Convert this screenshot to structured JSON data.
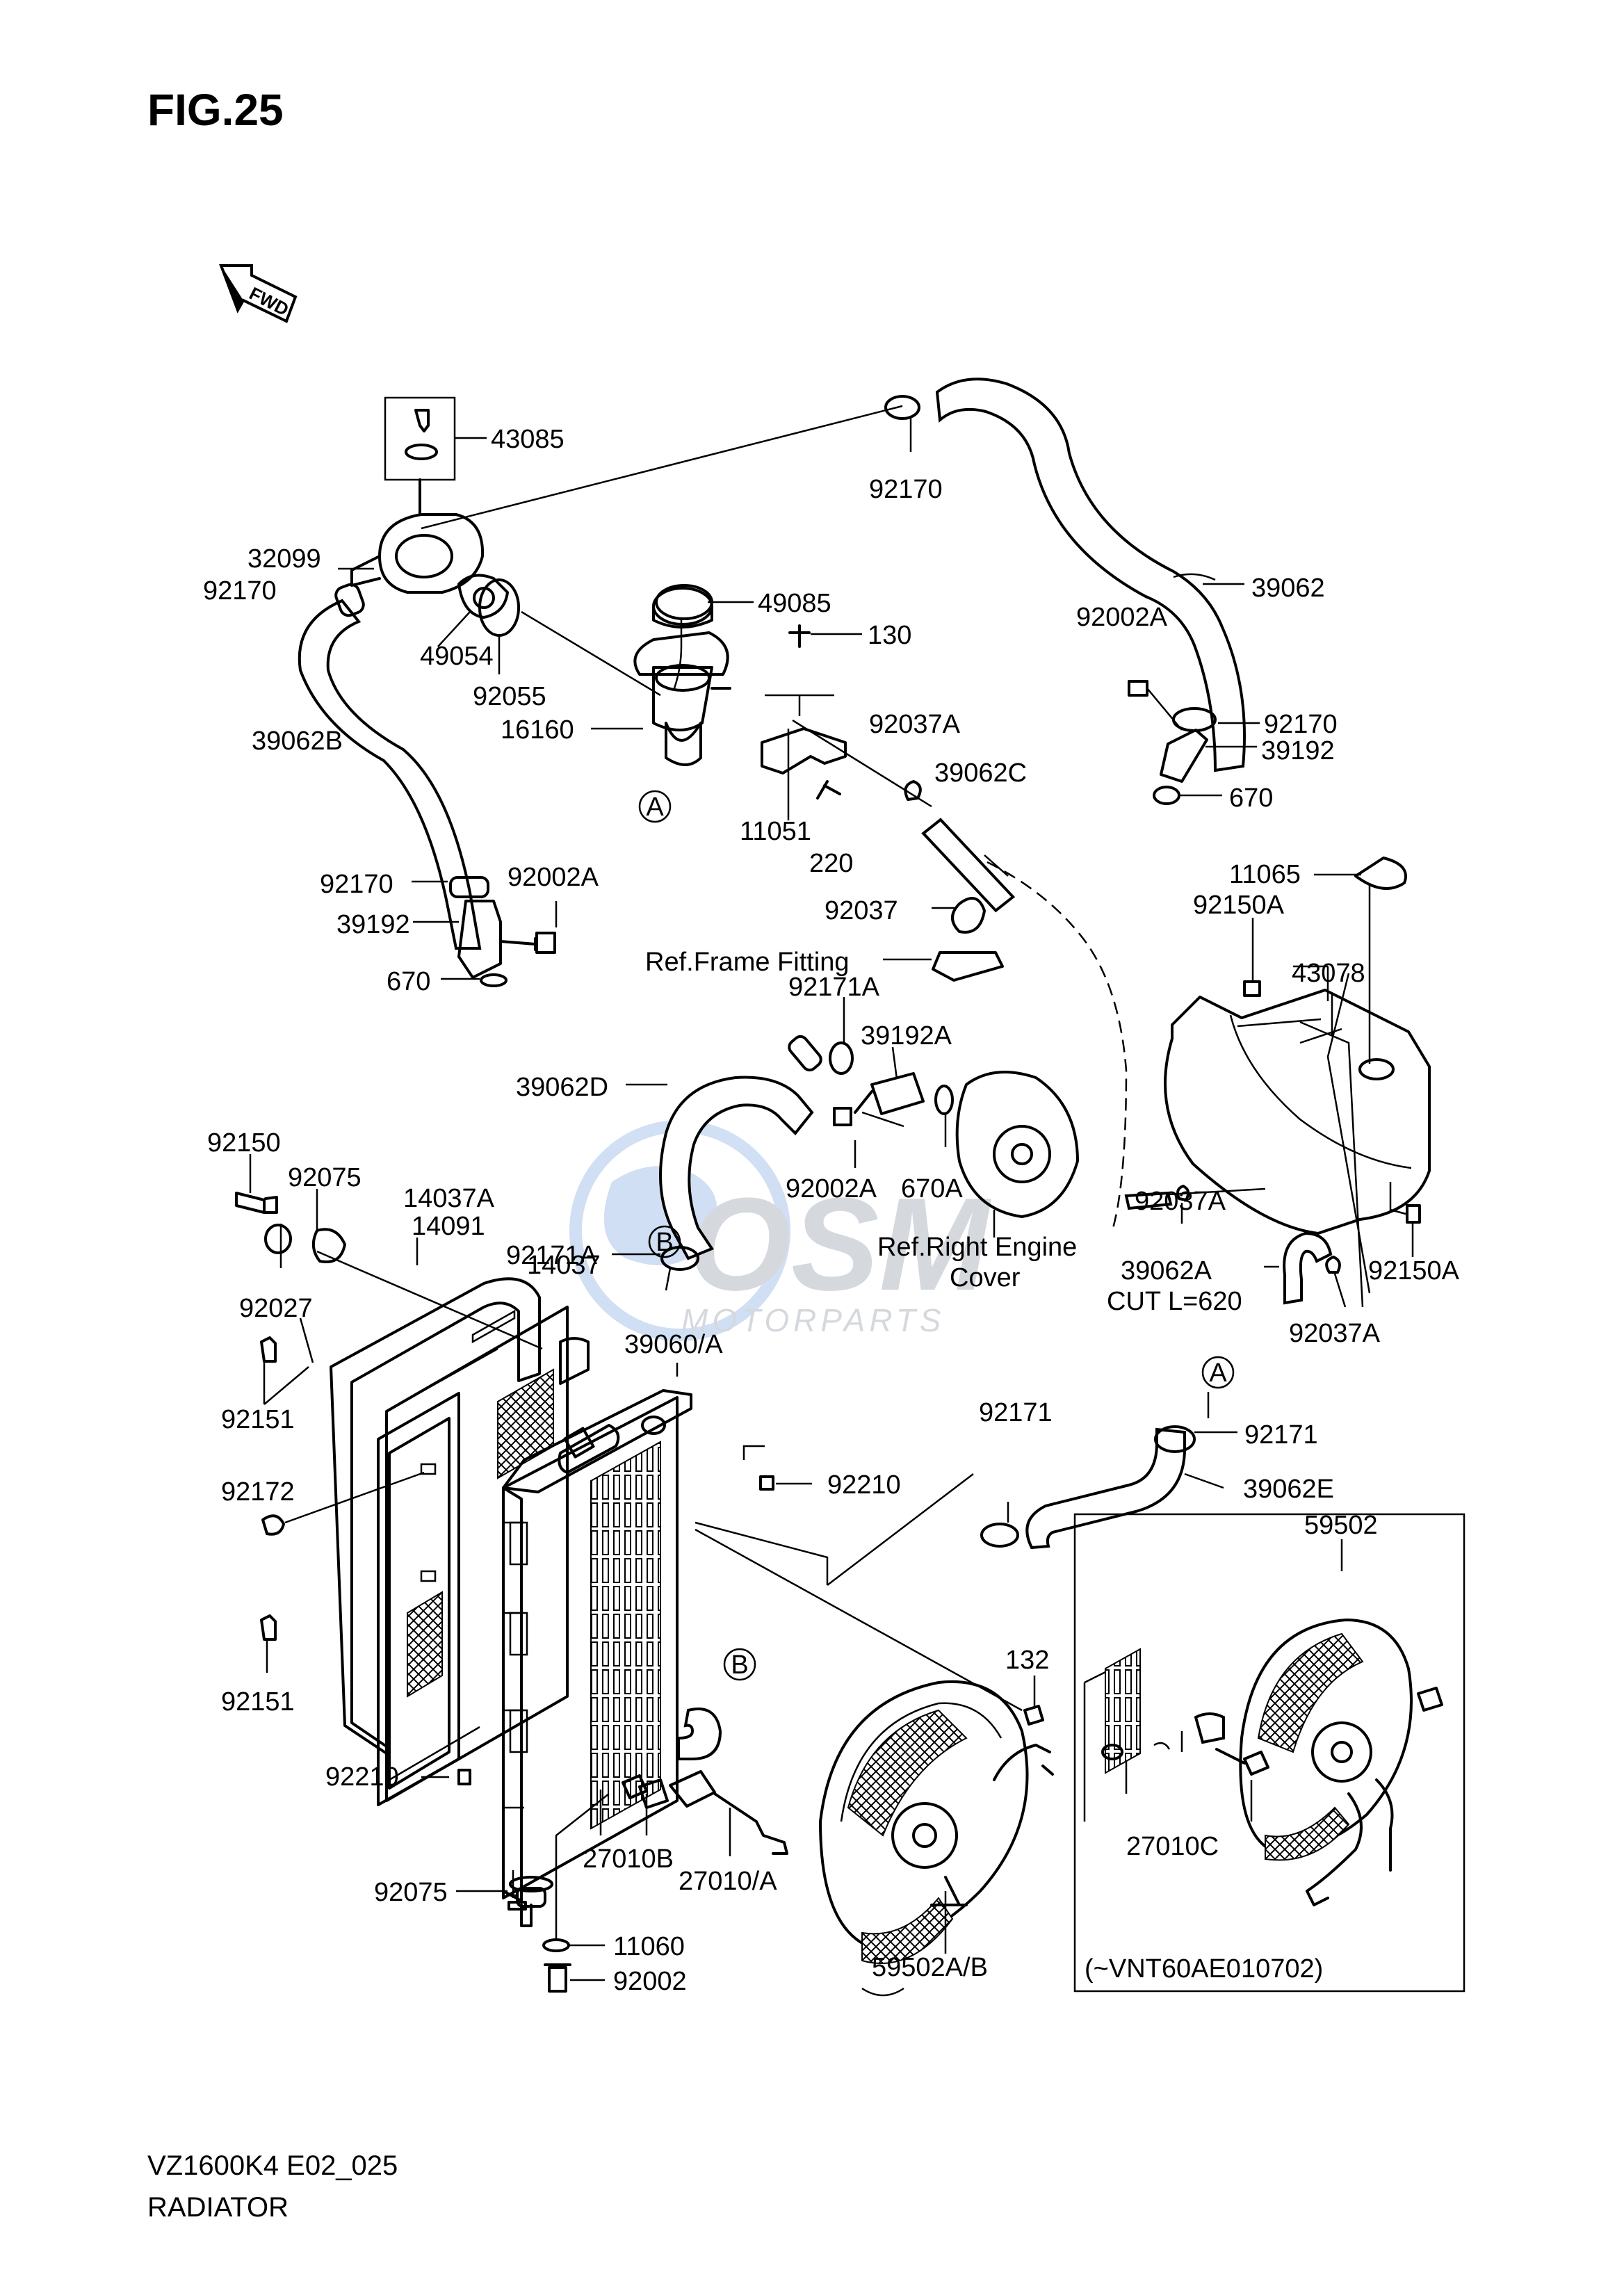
{
  "figure": {
    "title": "FIG.25",
    "model": "VZ1600K4 E02_025",
    "section": "RADIATOR",
    "direction_label": "FWD",
    "watermark": {
      "main": "OSM",
      "sub": "MOTORPARTS"
    },
    "ref_markers": [
      "A",
      "B"
    ],
    "inset_note": "(~VNT60AE010702)"
  },
  "labels": {
    "l43085": "43085",
    "l92170a": "92170",
    "l32099": "32099",
    "l92170b": "92170",
    "l49054": "49054",
    "l92055": "92055",
    "l49085": "49085",
    "l130": "130",
    "l16160": "16160",
    "l39062": "39062",
    "l92002A_a": "92002A",
    "l92170c": "92170",
    "l39192a": "39192",
    "l670a": "670",
    "l92037A_a": "92037A",
    "l39062C": "39062C",
    "l39062B": "39062B",
    "l11051": "11051",
    "l220": "220",
    "l11065": "11065",
    "l92150A_a": "92150A",
    "l92170d": "92170",
    "l92002A_b": "92002A",
    "l39192b": "39192",
    "l670b": "670",
    "l92037": "92037",
    "l43078": "43078",
    "l_refframe": "Ref.Frame Fitting",
    "l92171A_a": "92171A",
    "l39192A": "39192A",
    "l39062D": "39062D",
    "l92150": "92150",
    "l92075a": "92075",
    "l14037A": "14037A",
    "l14091": "14091",
    "l92171A_b": "92171A",
    "l92002A_c": "92002A",
    "l670A": "670A",
    "l_refengine1": "Ref.Right Engine",
    "l_refengine2": "Cover",
    "l92037A_b": "92037A",
    "l14037": "14037",
    "l92027": "92027",
    "l39062A": "39062A",
    "l_cut": "CUT L=620",
    "l92150A_b": "92150A",
    "l92037A_c": "92037A",
    "l39060A": "39060/A",
    "l92151a": "92151",
    "l92171a": "92171",
    "l92171b": "92171",
    "l92172": "92172",
    "l92210a": "92210",
    "l39062E": "39062E",
    "l59502": "59502",
    "l132": "132",
    "l92151b": "92151",
    "l92210b": "92210",
    "l27010C": "27010C",
    "l92075b": "92075",
    "l27010B": "27010B",
    "l27010A": "27010/A",
    "l11060": "11060",
    "l59502AB": "59502A/B",
    "l92002": "92002"
  }
}
